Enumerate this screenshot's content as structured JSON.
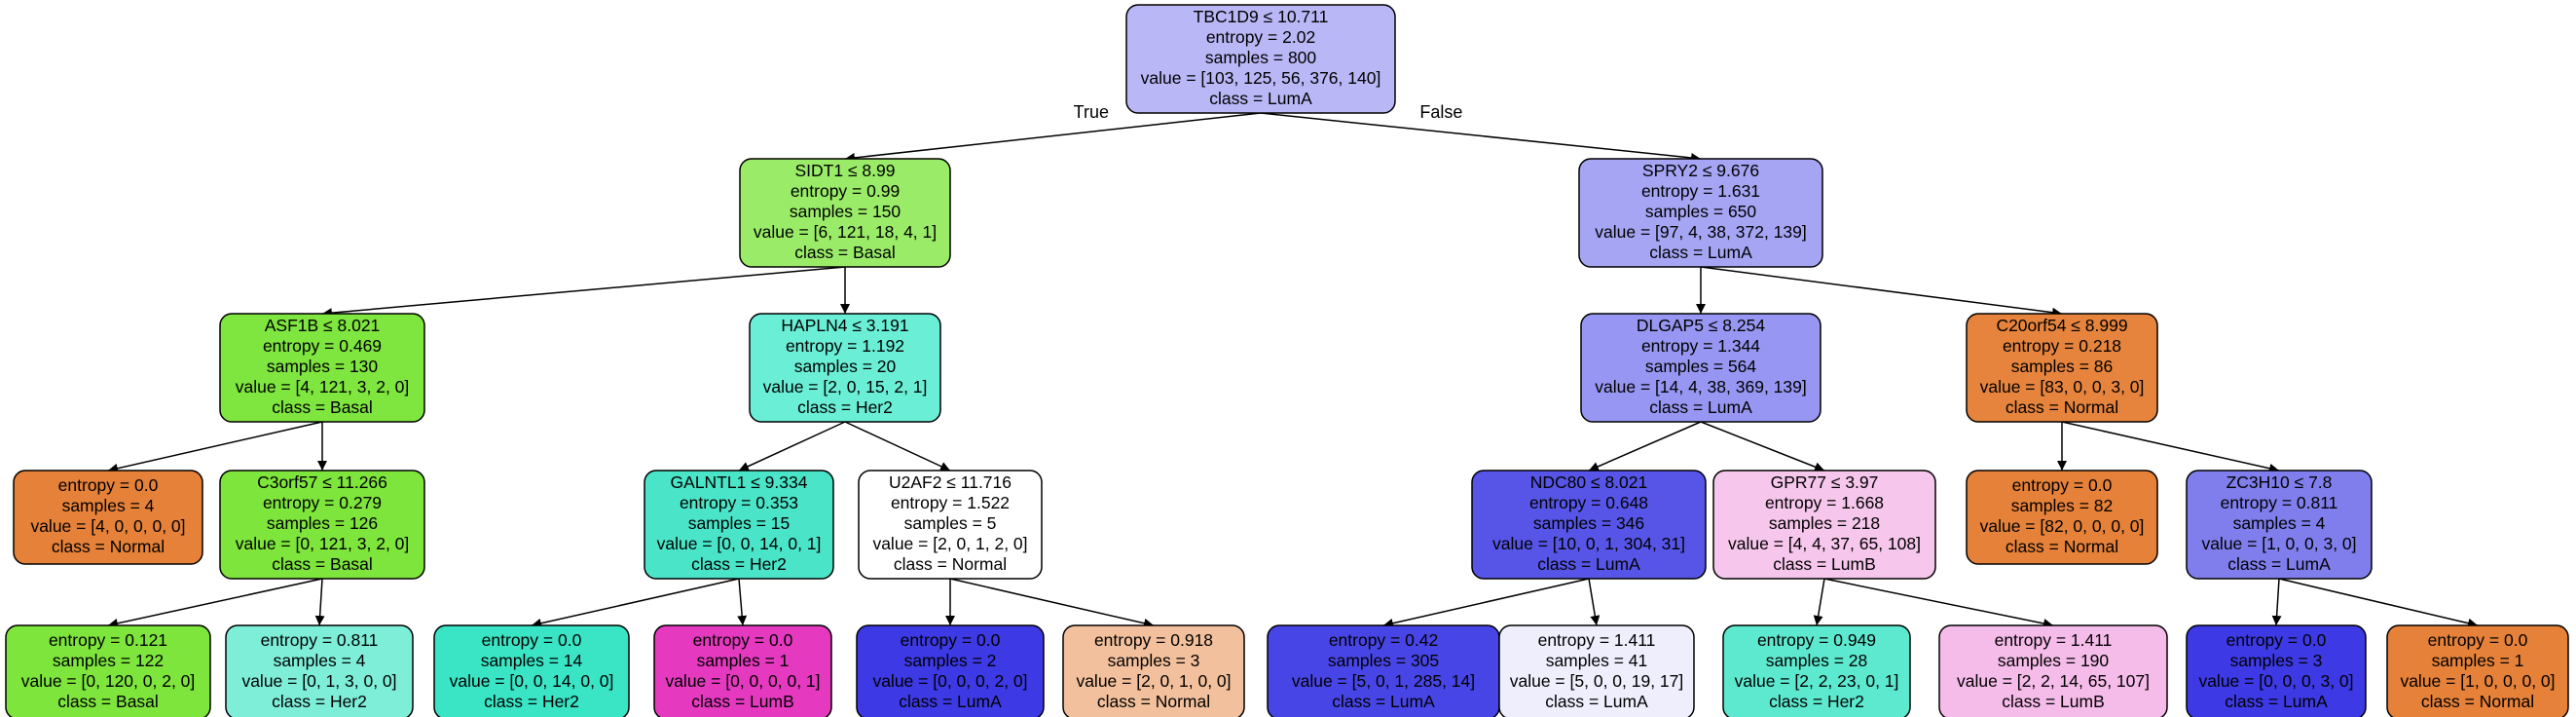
{
  "tree": {
    "nodes": [
      {
        "id": "n0",
        "fill": "#b9b7f6",
        "lines": [
          "TBC1D9 ≤ 10.711",
          "entropy = 2.02",
          "samples = 800",
          "value = [103, 125, 56, 376, 140]",
          "class = LumA"
        ]
      },
      {
        "id": "n1",
        "fill": "#9aec68",
        "lines": [
          "SIDT1 ≤ 8.99",
          "entropy = 0.99",
          "samples = 150",
          "value = [6, 121, 18, 4, 1]",
          "class = Basal"
        ]
      },
      {
        "id": "n2",
        "fill": "#a6a5f4",
        "lines": [
          "SPRY2 ≤ 9.676",
          "entropy = 1.631",
          "samples = 650",
          "value = [97, 4, 38, 372, 139]",
          "class = LumA"
        ]
      },
      {
        "id": "n3",
        "fill": "#7fe53f",
        "lines": [
          "ASF1B ≤ 8.021",
          "entropy = 0.469",
          "samples = 130",
          "value = [4, 121, 3, 2, 0]",
          "class = Basal"
        ]
      },
      {
        "id": "n4",
        "fill": "#6aefd6",
        "lines": [
          "HAPLN4 ≤ 3.191",
          "entropy = 1.192",
          "samples = 20",
          "value = [2, 0, 15, 2, 1]",
          "class = Her2"
        ]
      },
      {
        "id": "n5",
        "fill": "#9796f2",
        "lines": [
          "DLGAP5 ≤ 8.254",
          "entropy = 1.344",
          "samples = 564",
          "value = [14, 4, 38, 369, 139]",
          "class = LumA"
        ]
      },
      {
        "id": "n6",
        "fill": "#e6843d",
        "lines": [
          "C20orf54 ≤ 8.999",
          "entropy = 0.218",
          "samples = 86",
          "value = [83, 0, 0, 3, 0]",
          "class = Normal"
        ]
      },
      {
        "id": "n7",
        "fill": "#e58139",
        "lines": [
          "entropy = 0.0",
          "samples = 4",
          "value = [4, 0, 0, 0, 0]",
          "class = Normal"
        ]
      },
      {
        "id": "n8",
        "fill": "#7ee53c",
        "lines": [
          "C3orf57 ≤ 11.266",
          "entropy = 0.279",
          "samples = 126",
          "value = [0, 121, 3, 2, 0]",
          "class = Basal"
        ]
      },
      {
        "id": "n9",
        "fill": "#4ae5c8",
        "lines": [
          "GALNTL1 ≤ 9.334",
          "entropy = 0.353",
          "samples = 15",
          "value = [0, 0, 14, 0, 1]",
          "class = Her2"
        ]
      },
      {
        "id": "n10",
        "fill": "#ffffff",
        "lines": [
          "U2AF2 ≤ 11.716",
          "entropy = 1.522",
          "samples = 5",
          "value = [2, 0, 1, 2, 0]",
          "class = Normal"
        ]
      },
      {
        "id": "n11",
        "fill": "#5655e7",
        "lines": [
          "NDC80 ≤ 8.021",
          "entropy = 0.648",
          "samples = 346",
          "value = [10, 0, 1, 304, 31]",
          "class = LumA"
        ]
      },
      {
        "id": "n12",
        "fill": "#f6c6ec",
        "lines": [
          "GPR77 ≤ 3.97",
          "entropy = 1.668",
          "samples = 218",
          "value = [4, 4, 37, 65, 108]",
          "class = LumB"
        ]
      },
      {
        "id": "n13",
        "fill": "#e58139",
        "lines": [
          "entropy = 0.0",
          "samples = 82",
          "value = [82, 0, 0, 0, 0]",
          "class = Normal"
        ]
      },
      {
        "id": "n14",
        "fill": "#7f7eec",
        "lines": [
          "ZC3H10 ≤ 7.8",
          "entropy = 0.811",
          "samples = 4",
          "value = [1, 0, 0, 3, 0]",
          "class = LumA"
        ]
      },
      {
        "id": "n15",
        "fill": "#7ee53d",
        "lines": [
          "entropy = 0.121",
          "samples = 122",
          "value = [0, 120, 0, 2, 0]",
          "class = Basal"
        ]
      },
      {
        "id": "n16",
        "fill": "#7eeed9",
        "lines": [
          "entropy = 0.811",
          "samples = 4",
          "value = [0, 1, 3, 0, 0]",
          "class = Her2"
        ]
      },
      {
        "id": "n17",
        "fill": "#39e5c5",
        "lines": [
          "entropy = 0.0",
          "samples = 14",
          "value = [0, 0, 14, 0, 0]",
          "class = Her2"
        ]
      },
      {
        "id": "n18",
        "fill": "#e539c0",
        "lines": [
          "entropy = 0.0",
          "samples = 1",
          "value = [0, 0, 0, 0, 1]",
          "class = LumB"
        ]
      },
      {
        "id": "n19",
        "fill": "#3c39e5",
        "lines": [
          "entropy = 0.0",
          "samples = 2",
          "value = [0, 0, 0, 2, 0]",
          "class = LumA"
        ]
      },
      {
        "id": "n20",
        "fill": "#f2c09c",
        "lines": [
          "entropy = 0.918",
          "samples = 3",
          "value = [2, 0, 1, 0, 0]",
          "class = Normal"
        ]
      },
      {
        "id": "n21",
        "fill": "#4845e7",
        "lines": [
          "entropy = 0.42",
          "samples = 305",
          "value = [5, 0, 1, 285, 14]",
          "class = LumA"
        ]
      },
      {
        "id": "n22",
        "fill": "#eeeefd",
        "lines": [
          "entropy = 1.411",
          "samples = 41",
          "value = [5, 0, 0, 19, 17]",
          "class = LumA"
        ]
      },
      {
        "id": "n23",
        "fill": "#5de9cf",
        "lines": [
          "entropy = 0.949",
          "samples = 28",
          "value = [2, 2, 23, 0, 1]",
          "class = Her2"
        ]
      },
      {
        "id": "n24",
        "fill": "#f5bbe9",
        "lines": [
          "entropy = 1.411",
          "samples = 190",
          "value = [2, 2, 14, 65, 107]",
          "class = LumB"
        ]
      },
      {
        "id": "n25",
        "fill": "#3c39e5",
        "lines": [
          "entropy = 0.0",
          "samples = 3",
          "value = [0, 0, 0, 3, 0]",
          "class = LumA"
        ]
      },
      {
        "id": "n26",
        "fill": "#e58139",
        "lines": [
          "entropy = 0.0",
          "samples = 1",
          "value = [1, 0, 0, 0, 0]",
          "class = Normal"
        ]
      }
    ],
    "edges": [
      {
        "from": "n0",
        "to": "n1",
        "label": "True"
      },
      {
        "from": "n0",
        "to": "n2",
        "label": "False"
      },
      {
        "from": "n1",
        "to": "n3"
      },
      {
        "from": "n1",
        "to": "n4"
      },
      {
        "from": "n2",
        "to": "n5"
      },
      {
        "from": "n2",
        "to": "n6"
      },
      {
        "from": "n3",
        "to": "n7"
      },
      {
        "from": "n3",
        "to": "n8"
      },
      {
        "from": "n4",
        "to": "n9"
      },
      {
        "from": "n4",
        "to": "n10"
      },
      {
        "from": "n5",
        "to": "n11"
      },
      {
        "from": "n5",
        "to": "n12"
      },
      {
        "from": "n6",
        "to": "n13"
      },
      {
        "from": "n6",
        "to": "n14"
      },
      {
        "from": "n8",
        "to": "n15"
      },
      {
        "from": "n8",
        "to": "n16"
      },
      {
        "from": "n9",
        "to": "n17"
      },
      {
        "from": "n9",
        "to": "n18"
      },
      {
        "from": "n10",
        "to": "n19"
      },
      {
        "from": "n10",
        "to": "n20"
      },
      {
        "from": "n11",
        "to": "n21"
      },
      {
        "from": "n11",
        "to": "n22"
      },
      {
        "from": "n12",
        "to": "n23"
      },
      {
        "from": "n12",
        "to": "n24"
      },
      {
        "from": "n14",
        "to": "n25"
      },
      {
        "from": "n14",
        "to": "n26"
      }
    ]
  }
}
